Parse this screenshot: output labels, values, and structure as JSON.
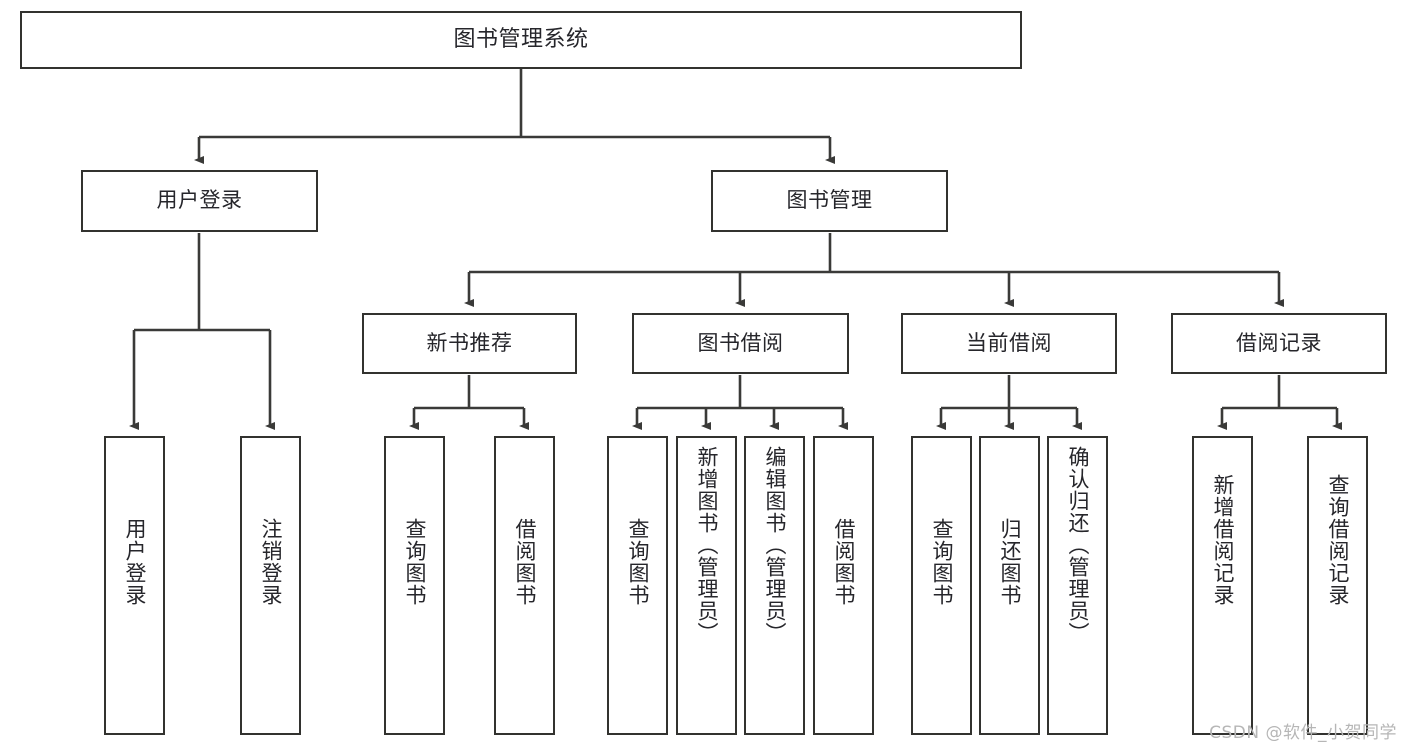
{
  "diagram": {
    "title": "图书管理系统",
    "watermark": "CSDN @软件_小贺同学",
    "colors": {
      "box_border": "#32322f",
      "box_fill": "#ffffff",
      "connector": "#3a3a38",
      "text": "#26262b",
      "watermark": "#b6b6b6"
    },
    "nodes": {
      "root": {
        "label": "图书管理系统"
      },
      "level2": [
        {
          "label": "用户登录"
        },
        {
          "label": "图书管理"
        }
      ],
      "level3": [
        {
          "label": "新书推荐"
        },
        {
          "label": "图书借阅"
        },
        {
          "label": "当前借阅"
        },
        {
          "label": "借阅记录"
        }
      ],
      "leaves": [
        {
          "label": "用户登录"
        },
        {
          "label": "注销登录"
        },
        {
          "label": "查询图书"
        },
        {
          "label": "借阅图书"
        },
        {
          "label": "查询图书"
        },
        {
          "label": "新增图书（管理员）"
        },
        {
          "label": "编辑图书（管理员）"
        },
        {
          "label": "借阅图书"
        },
        {
          "label": "查询图书"
        },
        {
          "label": "归还图书"
        },
        {
          "label": "确认归还（管理员）"
        },
        {
          "label": "新增借阅记录"
        },
        {
          "label": "查询借阅记录"
        }
      ]
    }
  }
}
